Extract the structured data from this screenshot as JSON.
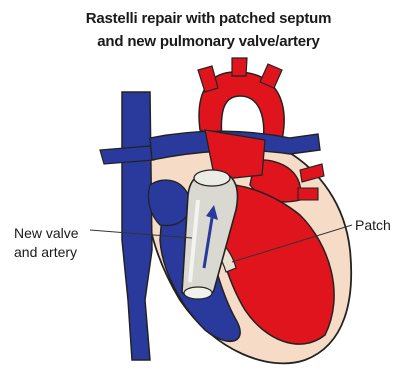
{
  "title": {
    "line1": "Rastelli repair with patched septum",
    "line2": "and new pulmonary valve/artery"
  },
  "labels": {
    "new_valve_line1": "New valve",
    "new_valve_line2": "and artery",
    "patch": "Patch"
  },
  "colors": {
    "oxygenated_red": "#e0141c",
    "deoxygenated_blue": "#2a3a9c",
    "heart_tissue": "#f6dcc6",
    "conduit_gray": "#d9d9d2",
    "outline": "#222222"
  }
}
